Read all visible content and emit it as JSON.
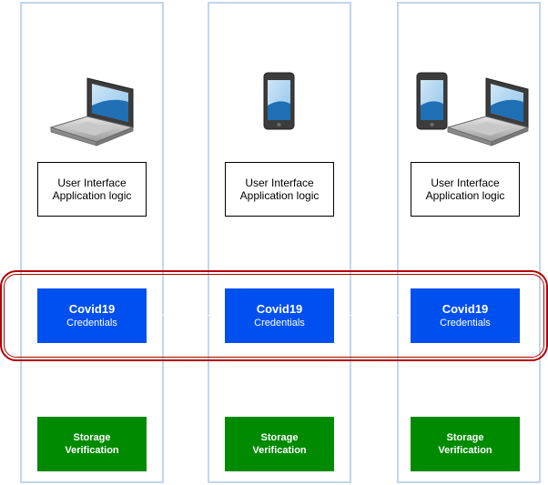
{
  "columns": [
    {
      "device": "laptop-icon",
      "app_line1": "User Interface",
      "app_line2": "Application logic",
      "cred_title": "Covid19",
      "cred_sub": "Credentials",
      "store_line1": "Storage",
      "store_line2": "Verification"
    },
    {
      "device": "smartphone-icon",
      "app_line1": "User Interface",
      "app_line2": "Application logic",
      "cred_title": "Covid19",
      "cred_sub": "Credentials",
      "store_line1": "Storage",
      "store_line2": "Verification"
    },
    {
      "device": "phone-and-laptop-icon",
      "app_line1": "User Interface",
      "app_line2": "Application logic",
      "cred_title": "Covid19",
      "cred_sub": "Credentials",
      "store_line1": "Storage",
      "store_line2": "Verification"
    }
  ],
  "colors": {
    "column_border": "#c2d6ec",
    "credentials_fill": "#0050ef",
    "storage_fill": "#008a00",
    "highlight_border": "#b20000"
  }
}
